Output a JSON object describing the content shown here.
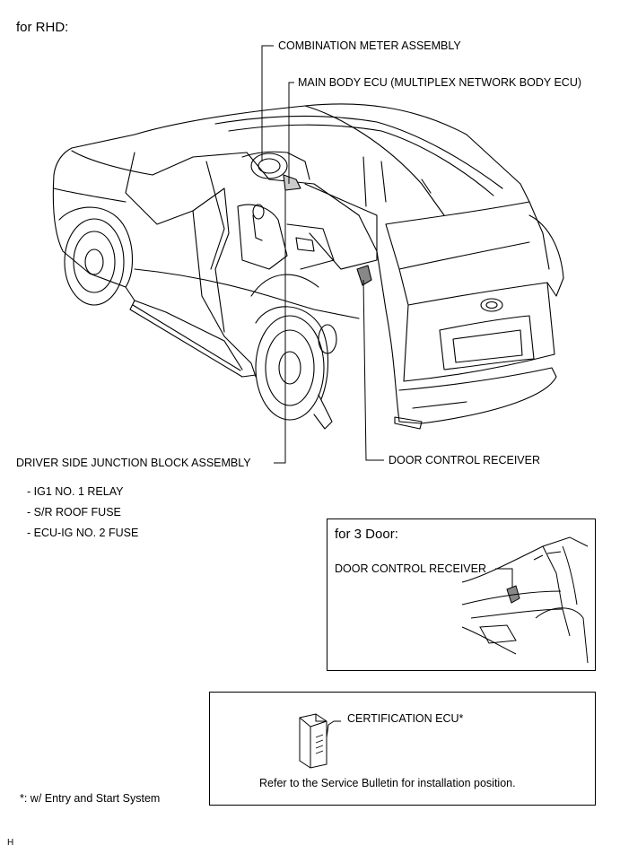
{
  "header": {
    "title": "for RHD:"
  },
  "main_callouts": {
    "combination_meter": "COMBINATION METER ASSEMBLY",
    "main_body_ecu": "MAIN BODY ECU (MULTIPLEX NETWORK BODY ECU)",
    "driver_side_jb": "DRIVER SIDE JUNCTION BLOCK ASSEMBLY",
    "door_control_receiver": "DOOR CONTROL RECEIVER"
  },
  "jb_contents": [
    "- IG1 NO. 1 RELAY",
    "- S/R ROOF FUSE",
    "- ECU-IG NO. 2 FUSE"
  ],
  "three_door_inset": {
    "title": "for 3 Door:",
    "callout": "DOOR CONTROL RECEIVER"
  },
  "certification_box": {
    "callout": "CERTIFICATION ECU*",
    "note": "Refer to the Service Bulletin for installation position."
  },
  "footnote": "*: w/ Entry and Start System",
  "corner_mark": "H"
}
